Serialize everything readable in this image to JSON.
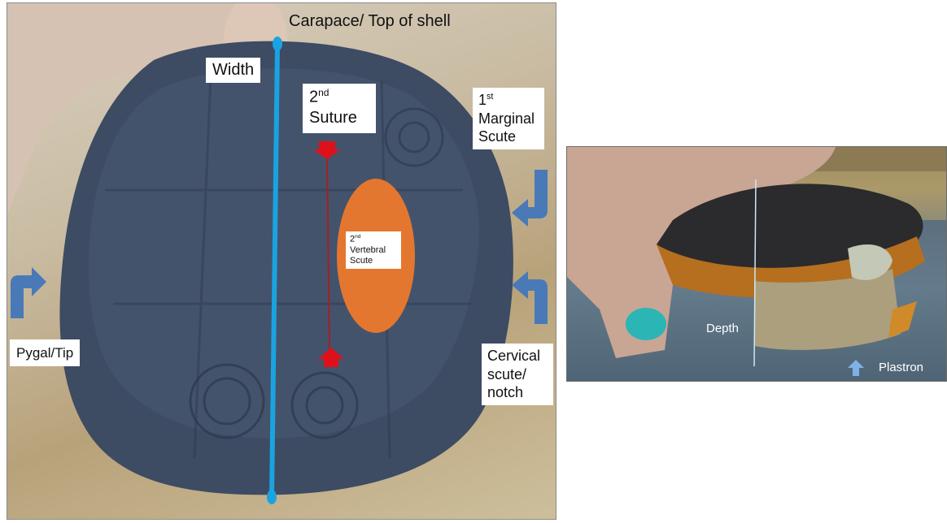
{
  "labels": {
    "carapace": "Carapace/ Top of shell",
    "width": "Width",
    "second_suture_num": "2",
    "second_suture_sup": "nd",
    "second_suture_word": "Suture",
    "marginal_num": "1",
    "marginal_sup": "st",
    "marginal_word1": "Marginal",
    "marginal_word2": "Scute",
    "vertebral_num": "2",
    "vertebral_sup": "nd",
    "vertebral_word1": "Vertebral",
    "vertebral_word2": "Scute",
    "pygal": "Pygal/Tip",
    "cervical_line1": "Cervical",
    "cervical_line2": "scute/",
    "cervical_line3": "notch",
    "depth": "Depth",
    "plastron": "Plastron"
  },
  "colors": {
    "measure_line": "#1aa3e0",
    "suture_marker": "#e0101a",
    "vertebral_oval": "#e4772f",
    "curved_arrow": "#4a79b8",
    "plastron_arrow": "#7fb0e8"
  },
  "icons": [
    "curved-arrow-icon",
    "red-arrow-icon",
    "up-arrow-icon"
  ]
}
